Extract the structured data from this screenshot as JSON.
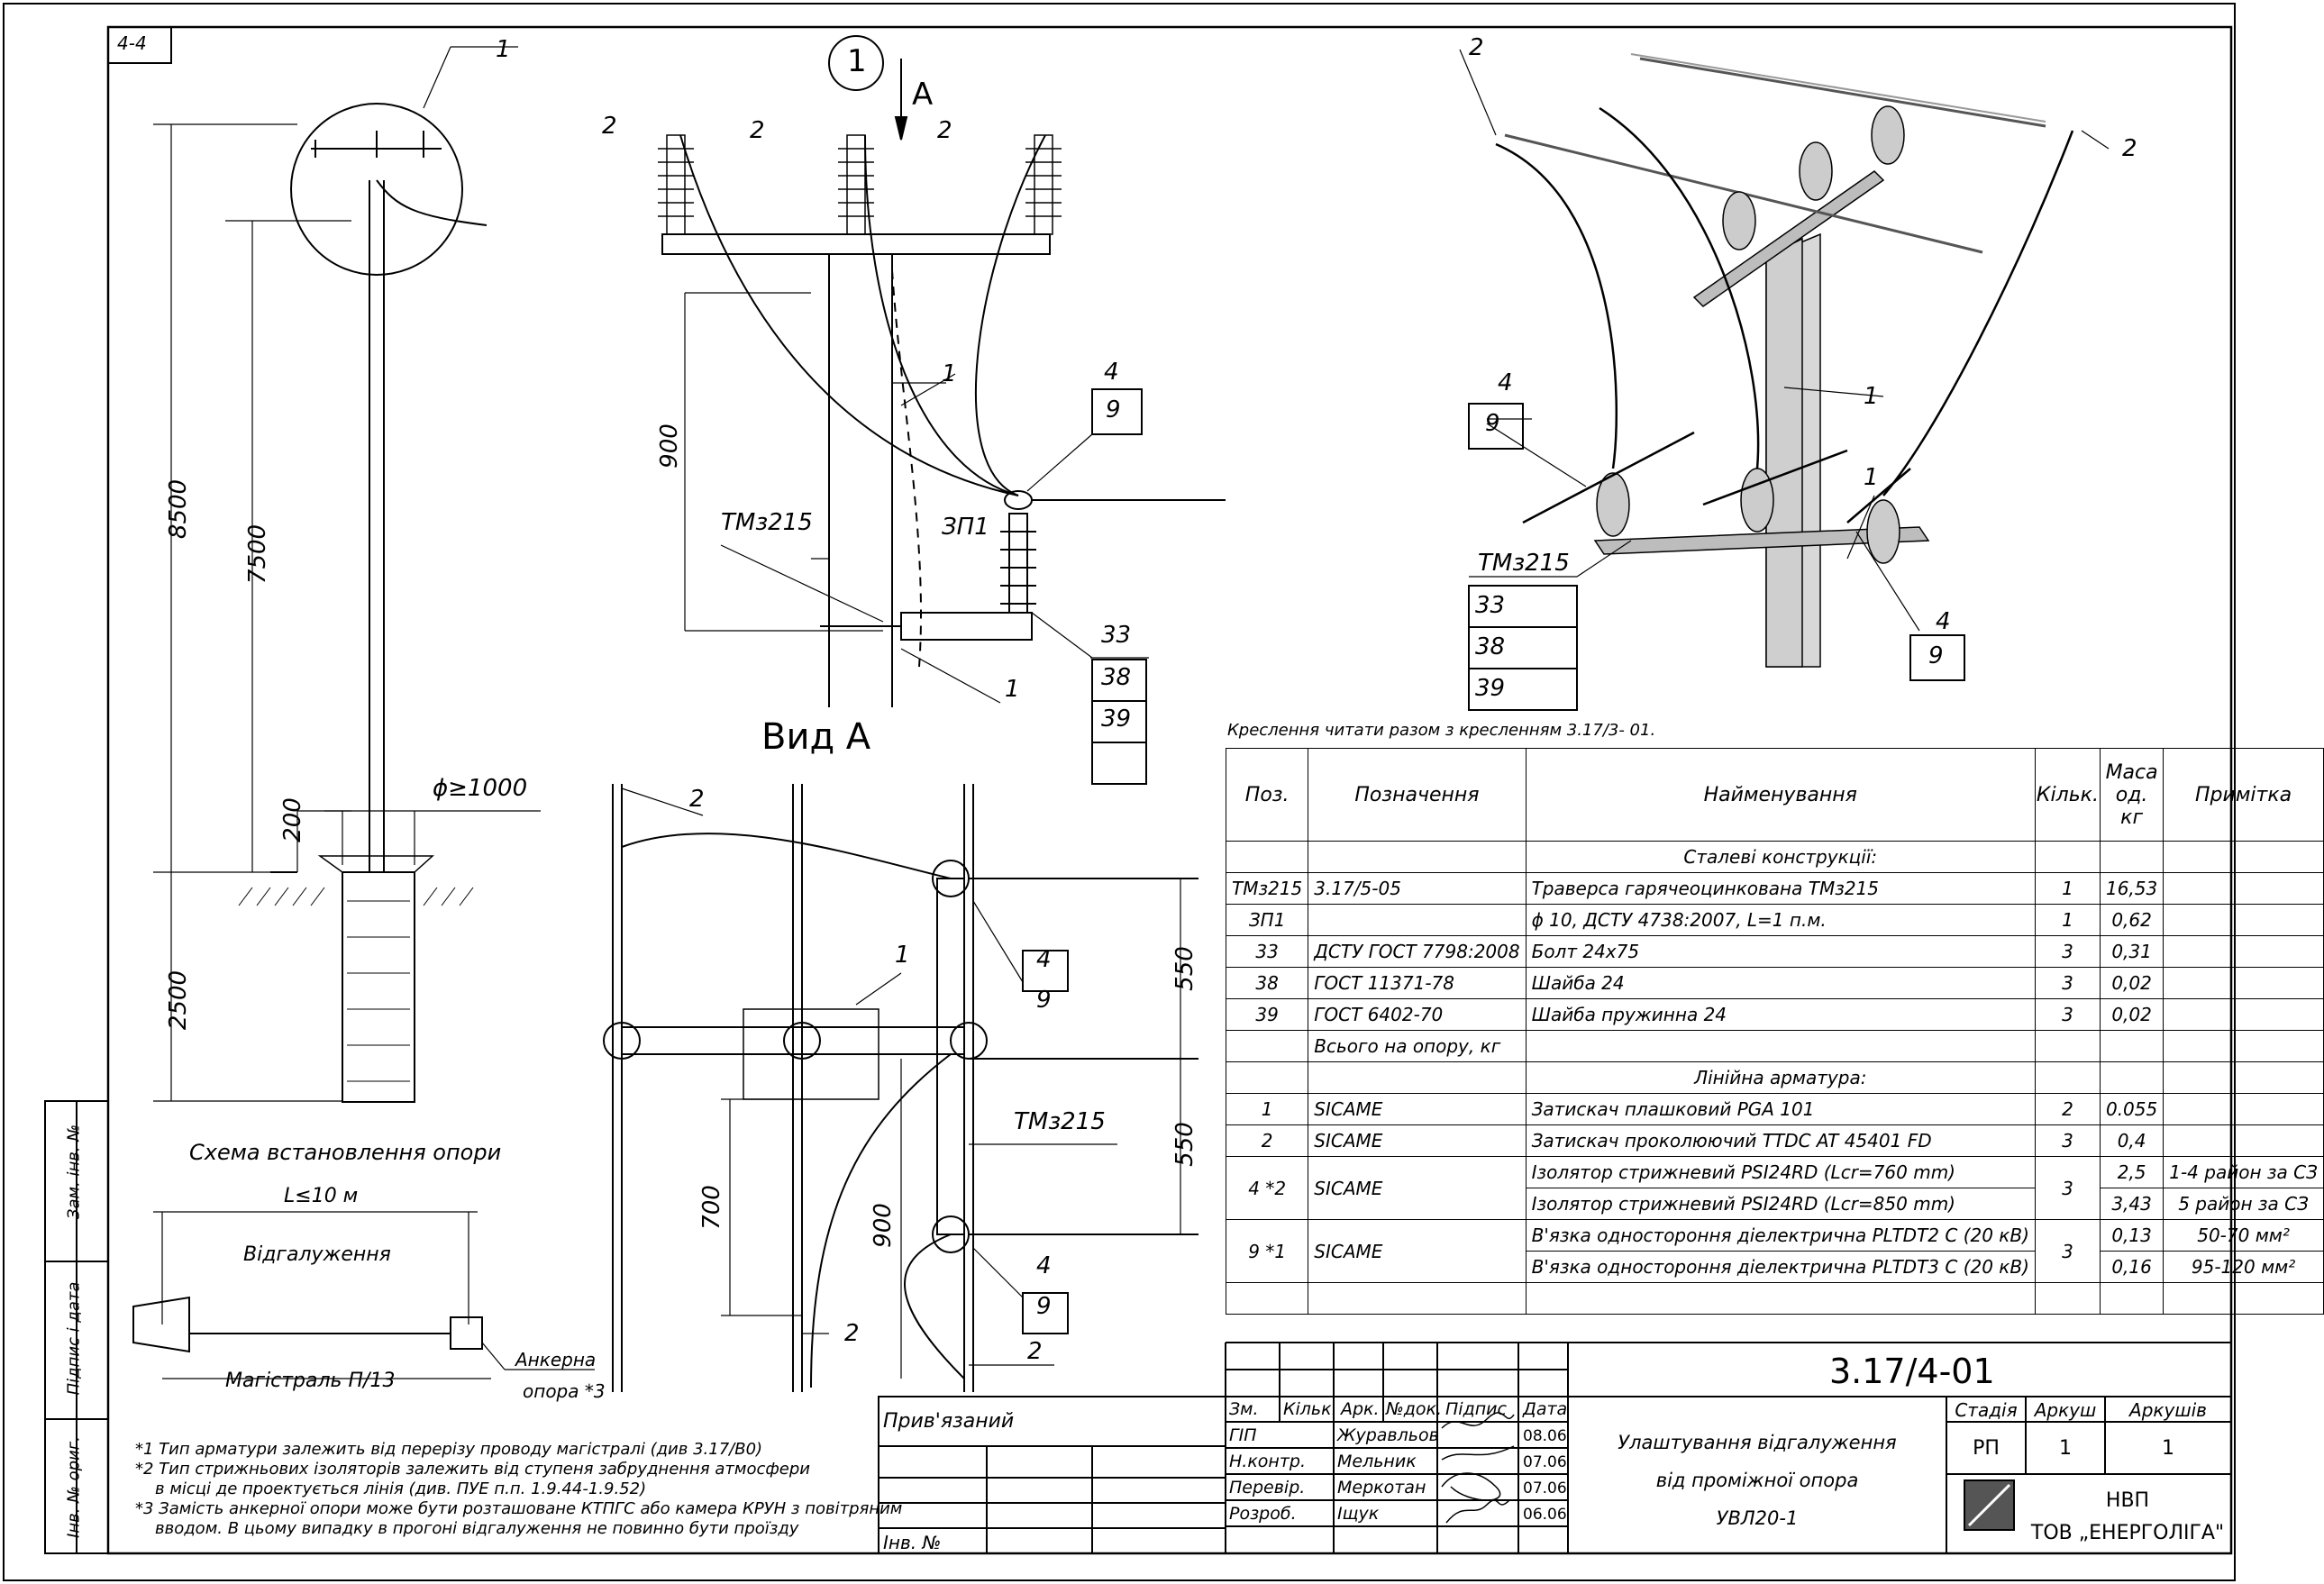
{
  "sheet_marker": "4-4",
  "callout_main": "1",
  "view_arrow_label": "A",
  "view_a_title": "Вид А",
  "scheme_caption": "Схема встановлення опори",
  "dims": {
    "d8500": "8500",
    "d7500": "7500",
    "d200": "200",
    "d2500": "2500",
    "phi": "ϕ≥1000",
    "d900a": "900",
    "d550a": "550",
    "d550b": "550",
    "d700": "700",
    "d900b": "900",
    "span": "L≤10 м"
  },
  "labels": {
    "tmz215": "ТМз215",
    "zp1": "ЗП1",
    "vidgaluzh": "Відгалуження",
    "magistral": "Магістраль П/13",
    "ankerna": "Анкерна",
    "opora": "опора *3",
    "n1": "1",
    "n2": "2",
    "n4": "4",
    "n9": "9",
    "n33": "33",
    "n38": "38",
    "n39": "39"
  },
  "read_note": "Креслення читати разом з кресленням 3.17/3- 01.",
  "footnotes": [
    "*1 Тип арматури залежить від перерізу проводу магістралі (див 3.17/В0)",
    "*2 Тип стрижньових ізоляторів залежить від ступеня забруднення атмосфери",
    "в місці де проектується лінія (див. ПУЕ п.п. 1.9.44-1.9.52)",
    "*3 Замість анкерної опори може бути розташоване КТПГС або камера КРУН з повітряним",
    "вводом. В цьому випадку в прогоні відгалуження не повинно бути проїзду"
  ],
  "side_stamps": [
    "Зам. інв. №",
    "Підпис і дата",
    "Інв. № ориг."
  ],
  "spec_table": {
    "headers": [
      "Поз.",
      "Позначення",
      "Найменування",
      "Кільк.",
      "Маса од. кг",
      "Примітка"
    ],
    "section1": "Сталеві конструкції:",
    "rows1": [
      [
        "ТМз215",
        "3.17/5-05",
        "Траверса гарячеоцинкована ТМз215",
        "1",
        "16,53",
        ""
      ],
      [
        "ЗП1",
        "",
        "ϕ 10, ДСТУ 4738:2007, L=1 п.м.",
        "1",
        "0,62",
        ""
      ],
      [
        "33",
        "ДСТУ ГОСТ 7798:2008",
        "Болт 24х75",
        "3",
        "0,31",
        ""
      ],
      [
        "38",
        "ГОСТ 11371-78",
        "Шайба 24",
        "3",
        "0,02",
        ""
      ],
      [
        "39",
        "ГОСТ 6402-70",
        "Шайба пружинна 24",
        "3",
        "0,02",
        ""
      ]
    ],
    "total": "Всього на опору, кг",
    "section2": "Лінійна арматура:",
    "rows2": [
      [
        "1",
        "SICAME",
        "Затискач плашковий PGA 101",
        "2",
        "0.055",
        ""
      ],
      [
        "2",
        "SICAME",
        "Затискач проколюючий TTDC AT 45401 FD",
        "3",
        "0,4",
        ""
      ]
    ],
    "row4": {
      "pos": "4 *2",
      "code": "SICAME",
      "qty": "3",
      "names": [
        "Ізолятор стрижневий PSI24RD (Lcr=760 mm)",
        "Ізолятор стрижневий PSI24RD (Lcr=850 mm)"
      ],
      "mass": [
        "2,5",
        "3,43"
      ],
      "notes": [
        "1-4 район за СЗ",
        "5 район за СЗ"
      ]
    },
    "row9": {
      "pos": "9 *1",
      "code": "SICAME",
      "qty": "3",
      "names": [
        "В'язка одностороння діелектрична PLTDT2 C (20 кВ)",
        "В'язка одностороння діелектрична PLTDT3 C (20 кВ)"
      ],
      "mass": [
        "0,13",
        "0,16"
      ],
      "notes": [
        "50-70 мм²",
        "95-120 мм²"
      ]
    }
  },
  "title_block": {
    "doc_number": "3.17/4-01",
    "privyazaniy": "Прив'язаний",
    "inv": "Інв. №",
    "head": [
      "Зм.",
      "Кільк.",
      "Арк.",
      "№док.",
      "Підпис",
      "Дата"
    ],
    "people": [
      [
        "ГІП",
        "Журавльов",
        "08.06"
      ],
      [
        "Н.контр.",
        "Мельник",
        "07.06"
      ],
      [
        "Перевір.",
        "Меркотан",
        "07.06"
      ],
      [
        "Розроб.",
        "Іщук",
        "06.06"
      ]
    ],
    "title_lines": [
      "Улаштування відгалуження",
      "від проміжної опора",
      "УВЛ20-1"
    ],
    "stage_head": [
      "Стадія",
      "Аркуш",
      "Аркушів"
    ],
    "stage_vals": [
      "РП",
      "1",
      "1"
    ],
    "company": [
      "НВП",
      "ТОВ „ЕНЕРГОЛІГА\""
    ]
  }
}
